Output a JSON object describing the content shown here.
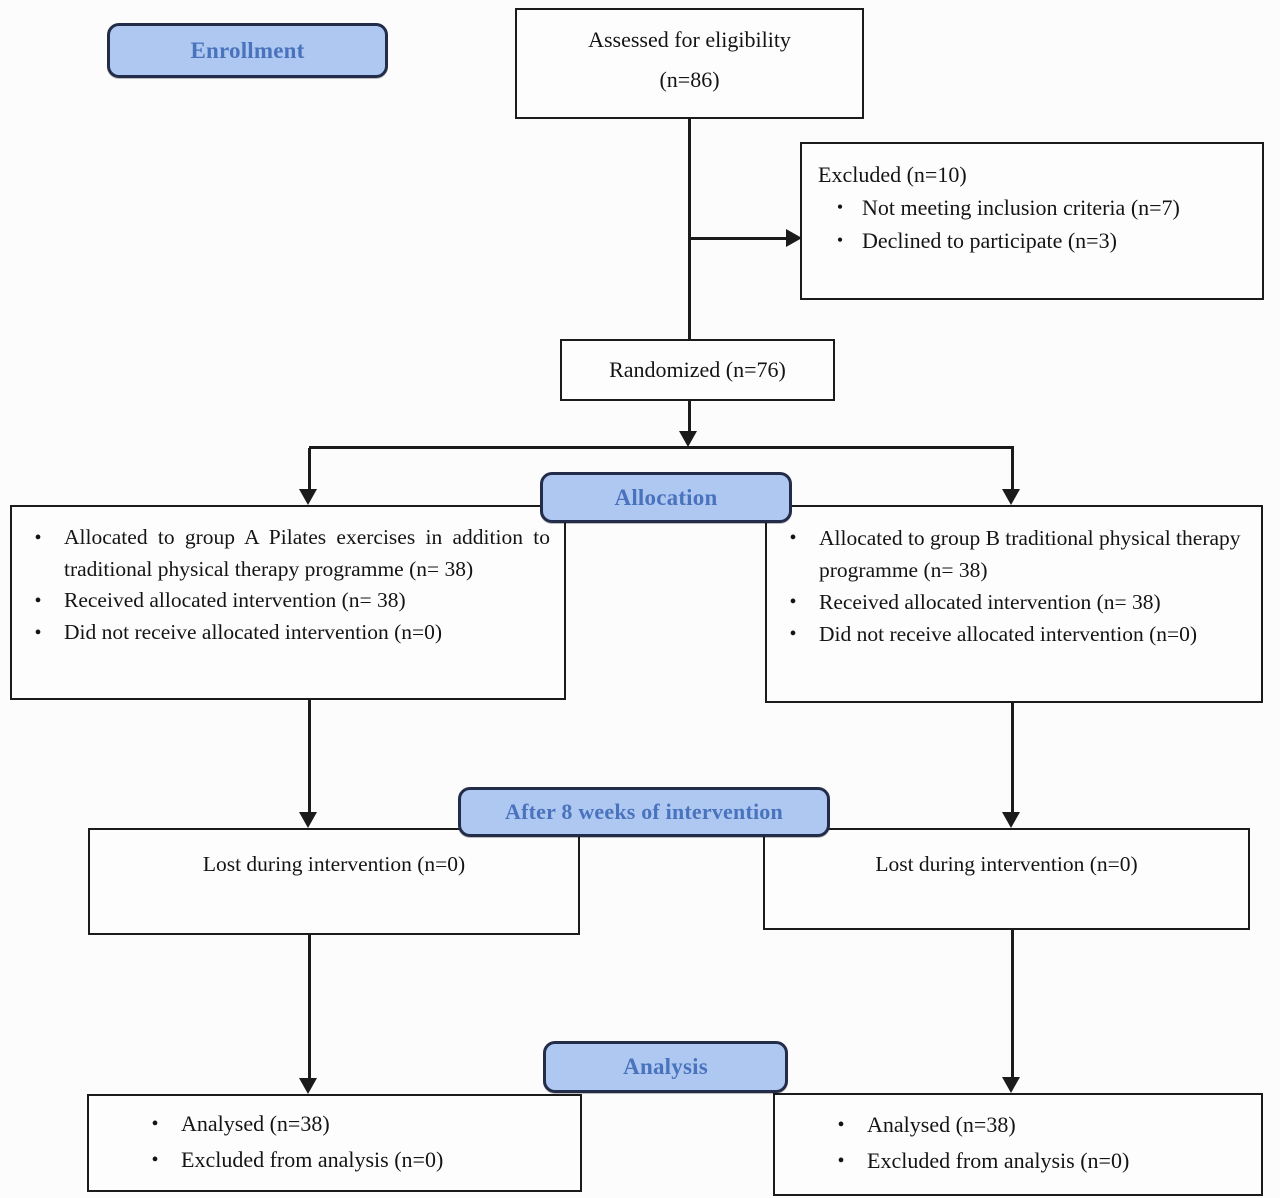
{
  "flow": {
    "stages": {
      "enrollment": "Enrollment",
      "allocation": "Allocation",
      "after_8_weeks": "After 8 weeks of intervention",
      "analysis": "Analysis"
    },
    "assessed": {
      "line1": "Assessed for eligibility",
      "line2": "(n=86)"
    },
    "excluded": {
      "title": "Excluded (n=10)",
      "items": [
        "Not meeting inclusion criteria (n=7)",
        "Declined to participate (n=3)"
      ]
    },
    "randomized": {
      "text": "Randomized (n=76)"
    },
    "alloc_left": {
      "items": [
        "Allocated to group A Pilates exercises in addition to traditional physical therapy programme (n= 38)",
        "Received allocated intervention (n= 38)",
        "Did not receive allocated intervention (n=0)"
      ]
    },
    "alloc_right": {
      "items": [
        "Allocated to group B traditional physical therapy programme (n= 38)",
        "Received allocated intervention (n= 38)",
        "Did not receive allocated intervention (n=0)"
      ]
    },
    "lost_left": {
      "text": "Lost during intervention (n=0)"
    },
    "lost_right": {
      "text": "Lost during intervention (n=0)"
    },
    "analysis_left": {
      "items": [
        "Analysed (n=38)",
        "Excluded from analysis (n=0)"
      ]
    },
    "analysis_right": {
      "items": [
        "Analysed (n=38)",
        "Excluded from analysis (n=0)"
      ]
    },
    "colors": {
      "stage_fill": "#aec8f2",
      "stage_border": "#232c48",
      "stage_text": "#4a73bd",
      "box_border": "#1b1b1b",
      "connector": "#1b1b1b",
      "background": "#fcfcfc"
    },
    "bullet_glyph": "•"
  }
}
